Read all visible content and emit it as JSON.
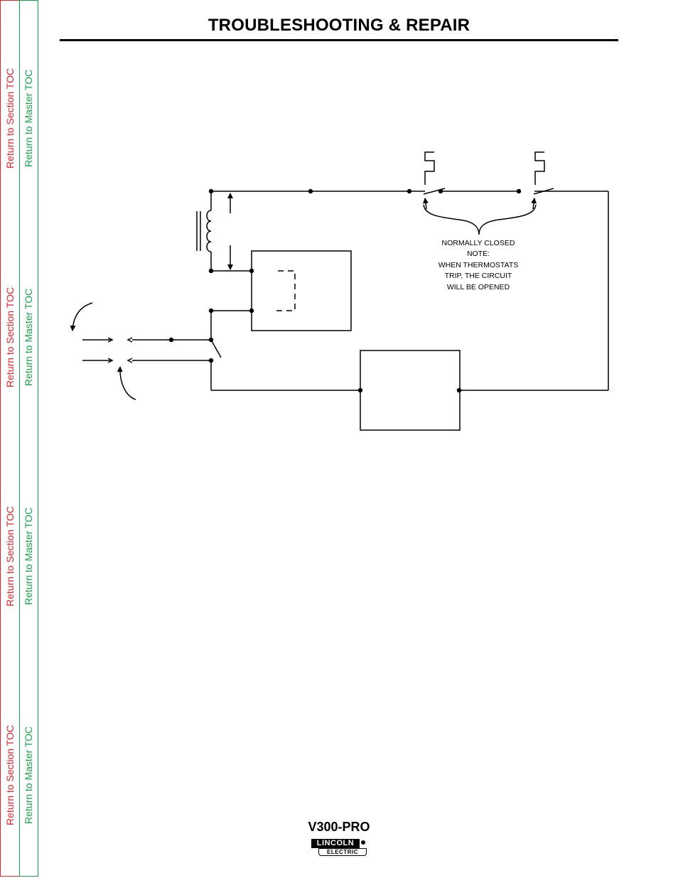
{
  "header": {
    "title": "TROUBLESHOOTING & REPAIR"
  },
  "toc": {
    "section_label": "Return to Section TOC",
    "master_label": "Return to Master TOC"
  },
  "diagram": {
    "note_lines": [
      "NORMALLY CLOSED",
      "NOTE:",
      "WHEN THERMOSTATS",
      "TRIP, THE CIRCUIT",
      "WILL BE OPENED"
    ]
  },
  "footer": {
    "model": "V300-PRO",
    "logo_top": "LINCOLN",
    "logo_bottom": "ELECTRIC"
  }
}
